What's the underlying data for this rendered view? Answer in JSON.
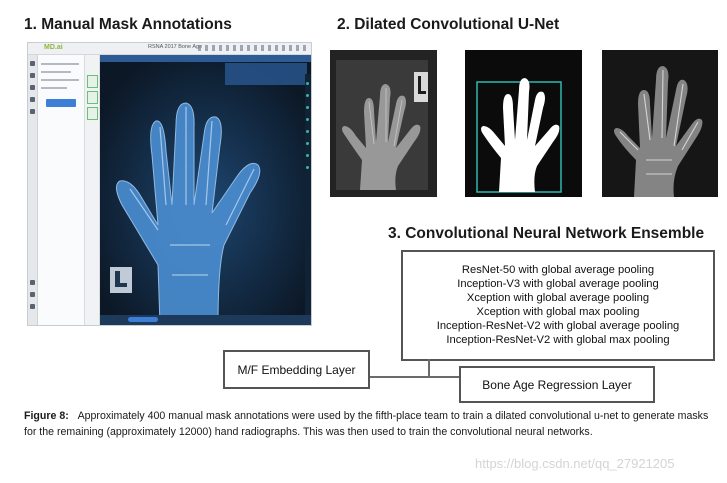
{
  "titles": {
    "manual": "1. Manual Mask Annotations",
    "unet": "2. Dilated Convolutional U-Net",
    "ensemble": "3. Convolutional Neural Network Ensemble"
  },
  "app": {
    "logo": "MD.ai",
    "title": "RSNA 2017 Bone Age"
  },
  "ensemble_models": [
    "ResNet-50 with global average pooling",
    "Inception-V3 with global average pooling",
    "Xception with global average pooling",
    "Xception with global max pooling",
    "Inception-ResNet-V2 with global average pooling",
    "Inception-ResNet-V2 with global max pooling"
  ],
  "mf_layer": "M/F Embedding Layer",
  "regression_layer": "Bone Age Regression Layer",
  "caption": {
    "label": "Figure 8:",
    "text": "Approximately 400 manual mask annotations were used by the fifth-place team to train a dilated convolutional u-net to generate masks for the remaining (approximately 12000) hand radiographs. This was then used to train the convolutional neural networks."
  },
  "watermark": "https://blog.csdn.net/qq_27921205",
  "colors": {
    "app_accent": "#3d7fd6",
    "box_border": "#555555",
    "bbox_cyan": "#2fb7b0"
  }
}
